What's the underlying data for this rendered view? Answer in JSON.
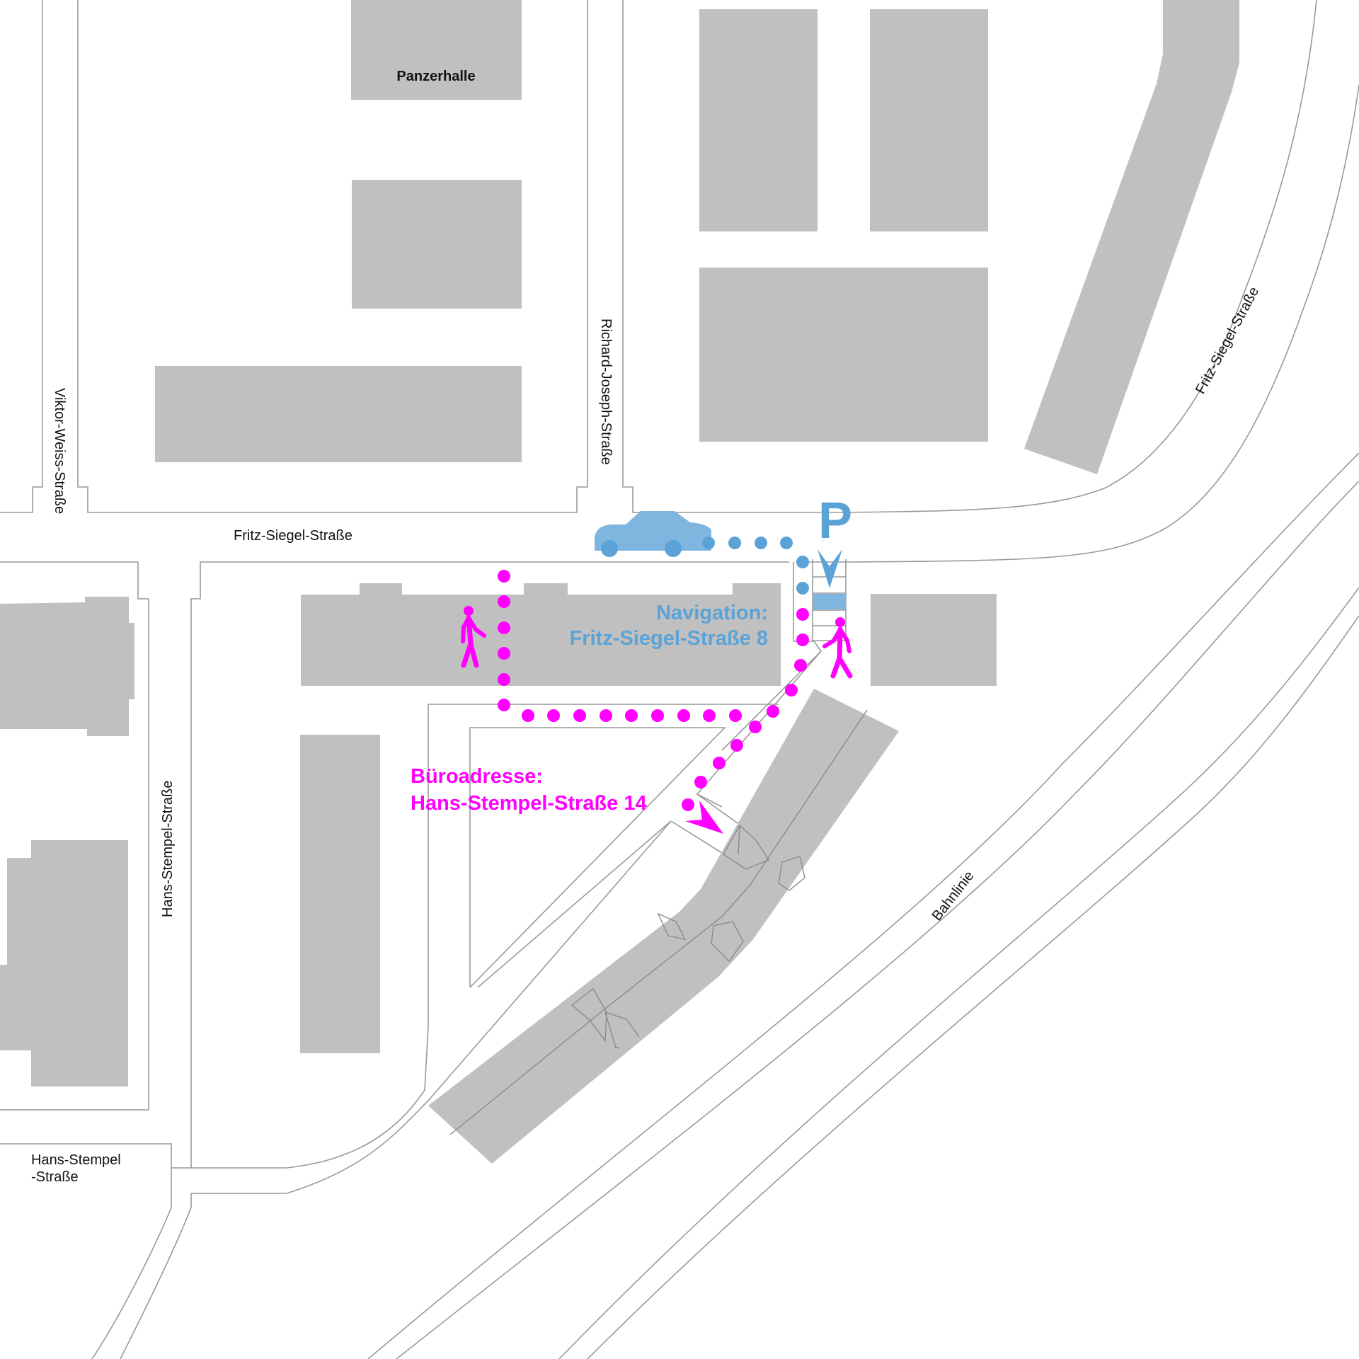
{
  "map": {
    "background": "#ffffff",
    "building_color": "#c0c0c0",
    "road_line_color": "#999999"
  },
  "buildings": {
    "panzerhalle": "Panzerhalle"
  },
  "streets": {
    "viktor_weiss": "Viktor-Weiss-Straße",
    "richard_joseph": "Richard-Joseph-Straße",
    "fritz_siegel_horizontal": "Fritz-Siegel-Straße",
    "fritz_siegel_diagonal": "Fritz-Siegel-Straße",
    "hans_stempel_vertical": "Hans-Stempel-Straße",
    "hans_stempel_bottom_line1": "Hans-Stempel",
    "hans_stempel_bottom_line2": "-Straße",
    "bahnlinie": "Bahnlinie"
  },
  "navigation": {
    "color": "#5ba3d6",
    "line1": "Navigation:",
    "line2": "Fritz-Siegel-Straße 8",
    "parking_symbol": "P",
    "icons": [
      "car-icon",
      "parking-icon",
      "arrow-down-icon"
    ]
  },
  "office": {
    "color": "#ff00ff",
    "line1": "Büroadresse:",
    "line2": "Hans-Stempel-Straße 14",
    "icons": [
      "pedestrian-icon",
      "arrow-icon"
    ]
  }
}
